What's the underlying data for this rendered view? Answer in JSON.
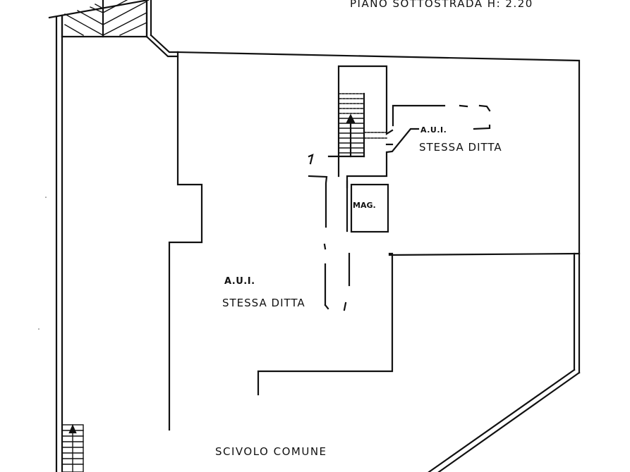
{
  "drawing": {
    "title": "PIANO SOTTOSTRADA H: 2.20",
    "background_color": "#ffffff",
    "line_color": "#111111"
  },
  "labels": {
    "top_unit_code": "A.U.I.",
    "top_unit_owner": "STESSA DITTA",
    "storage": "MAG.",
    "main_unit_code": "A.U.I.",
    "main_unit_owner": "STESSA DITTA",
    "ramp": "SCIVOLO COMUNE"
  },
  "symbols": {
    "main_stair": "staircase-with-up-arrow",
    "corner_stair": "staircase-with-up-arrow",
    "hatched_area": "herringbone-hatch"
  }
}
